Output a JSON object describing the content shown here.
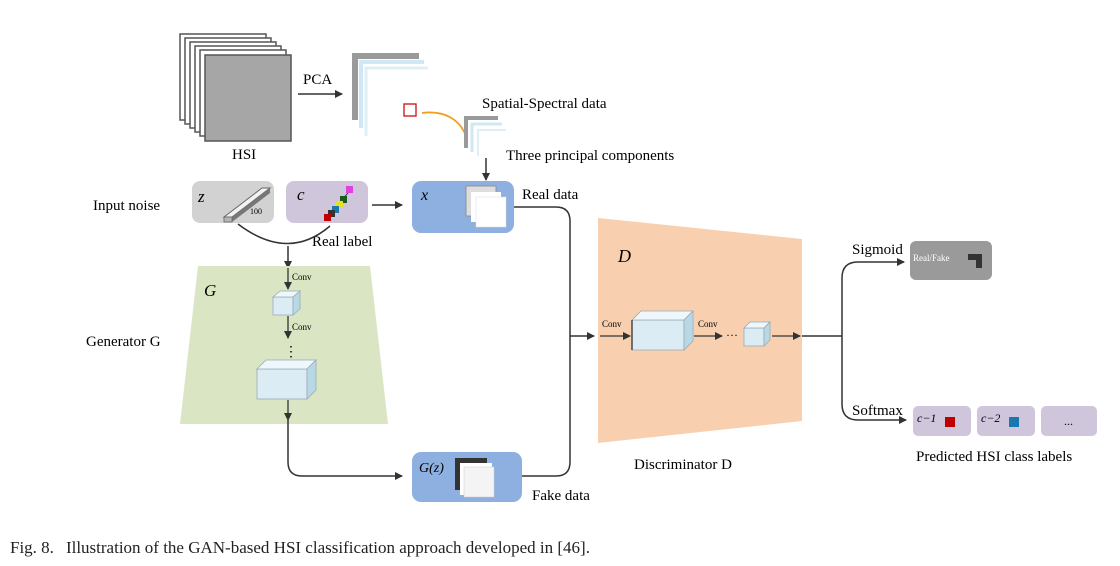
{
  "hsi": {
    "pca_label": "PCA",
    "hsi_label": "HSI",
    "spatial_spectral_label": "Spatial-Spectral data",
    "three_pc_label": "Three principal components"
  },
  "inputs": {
    "noise_label": "Input noise",
    "z_symbol": "z",
    "z_dim": "100",
    "c_symbol": "c",
    "real_label": "Real  label"
  },
  "real_data": {
    "x_symbol": "x",
    "label": "Real data"
  },
  "generator": {
    "g_symbol": "G",
    "name_label": "Generator G",
    "conv1": "Conv",
    "conv2": "Conv",
    "ellipsis": "⋮"
  },
  "fake_data": {
    "gz_symbol": "G(z)",
    "label": "Fake data"
  },
  "discriminator": {
    "d_symbol": "D",
    "name_label": "Discriminator D",
    "conv1": "Conv",
    "conv2": "Conv",
    "ellipsis": "···"
  },
  "outputs": {
    "sigmoid_label": "Sigmoid",
    "real_fake_label": "Real/Fake",
    "softmax_label": "Softmax",
    "class_labels": [
      "c−1",
      "c−2",
      "..."
    ],
    "predicted_label": "Predicted HSI class labels"
  },
  "caption": {
    "label": "Fig. 8.",
    "text": "Illustration of the GAN-based HSI classification approach developed in [46]."
  },
  "colors": {
    "noise_box": "#d2d2d2",
    "label_box": "#cfc6dc",
    "blue_box": "#8eb0e0",
    "generator_bg": "#d9e5c3",
    "discriminator_bg": "#f8d0b0",
    "gray_box": "#9a9a9a",
    "cube": "#dcecf4",
    "arrow": "#333333",
    "orange_curve": "#f0a020",
    "class1": "#c00000",
    "class2": "#1a78b0"
  }
}
